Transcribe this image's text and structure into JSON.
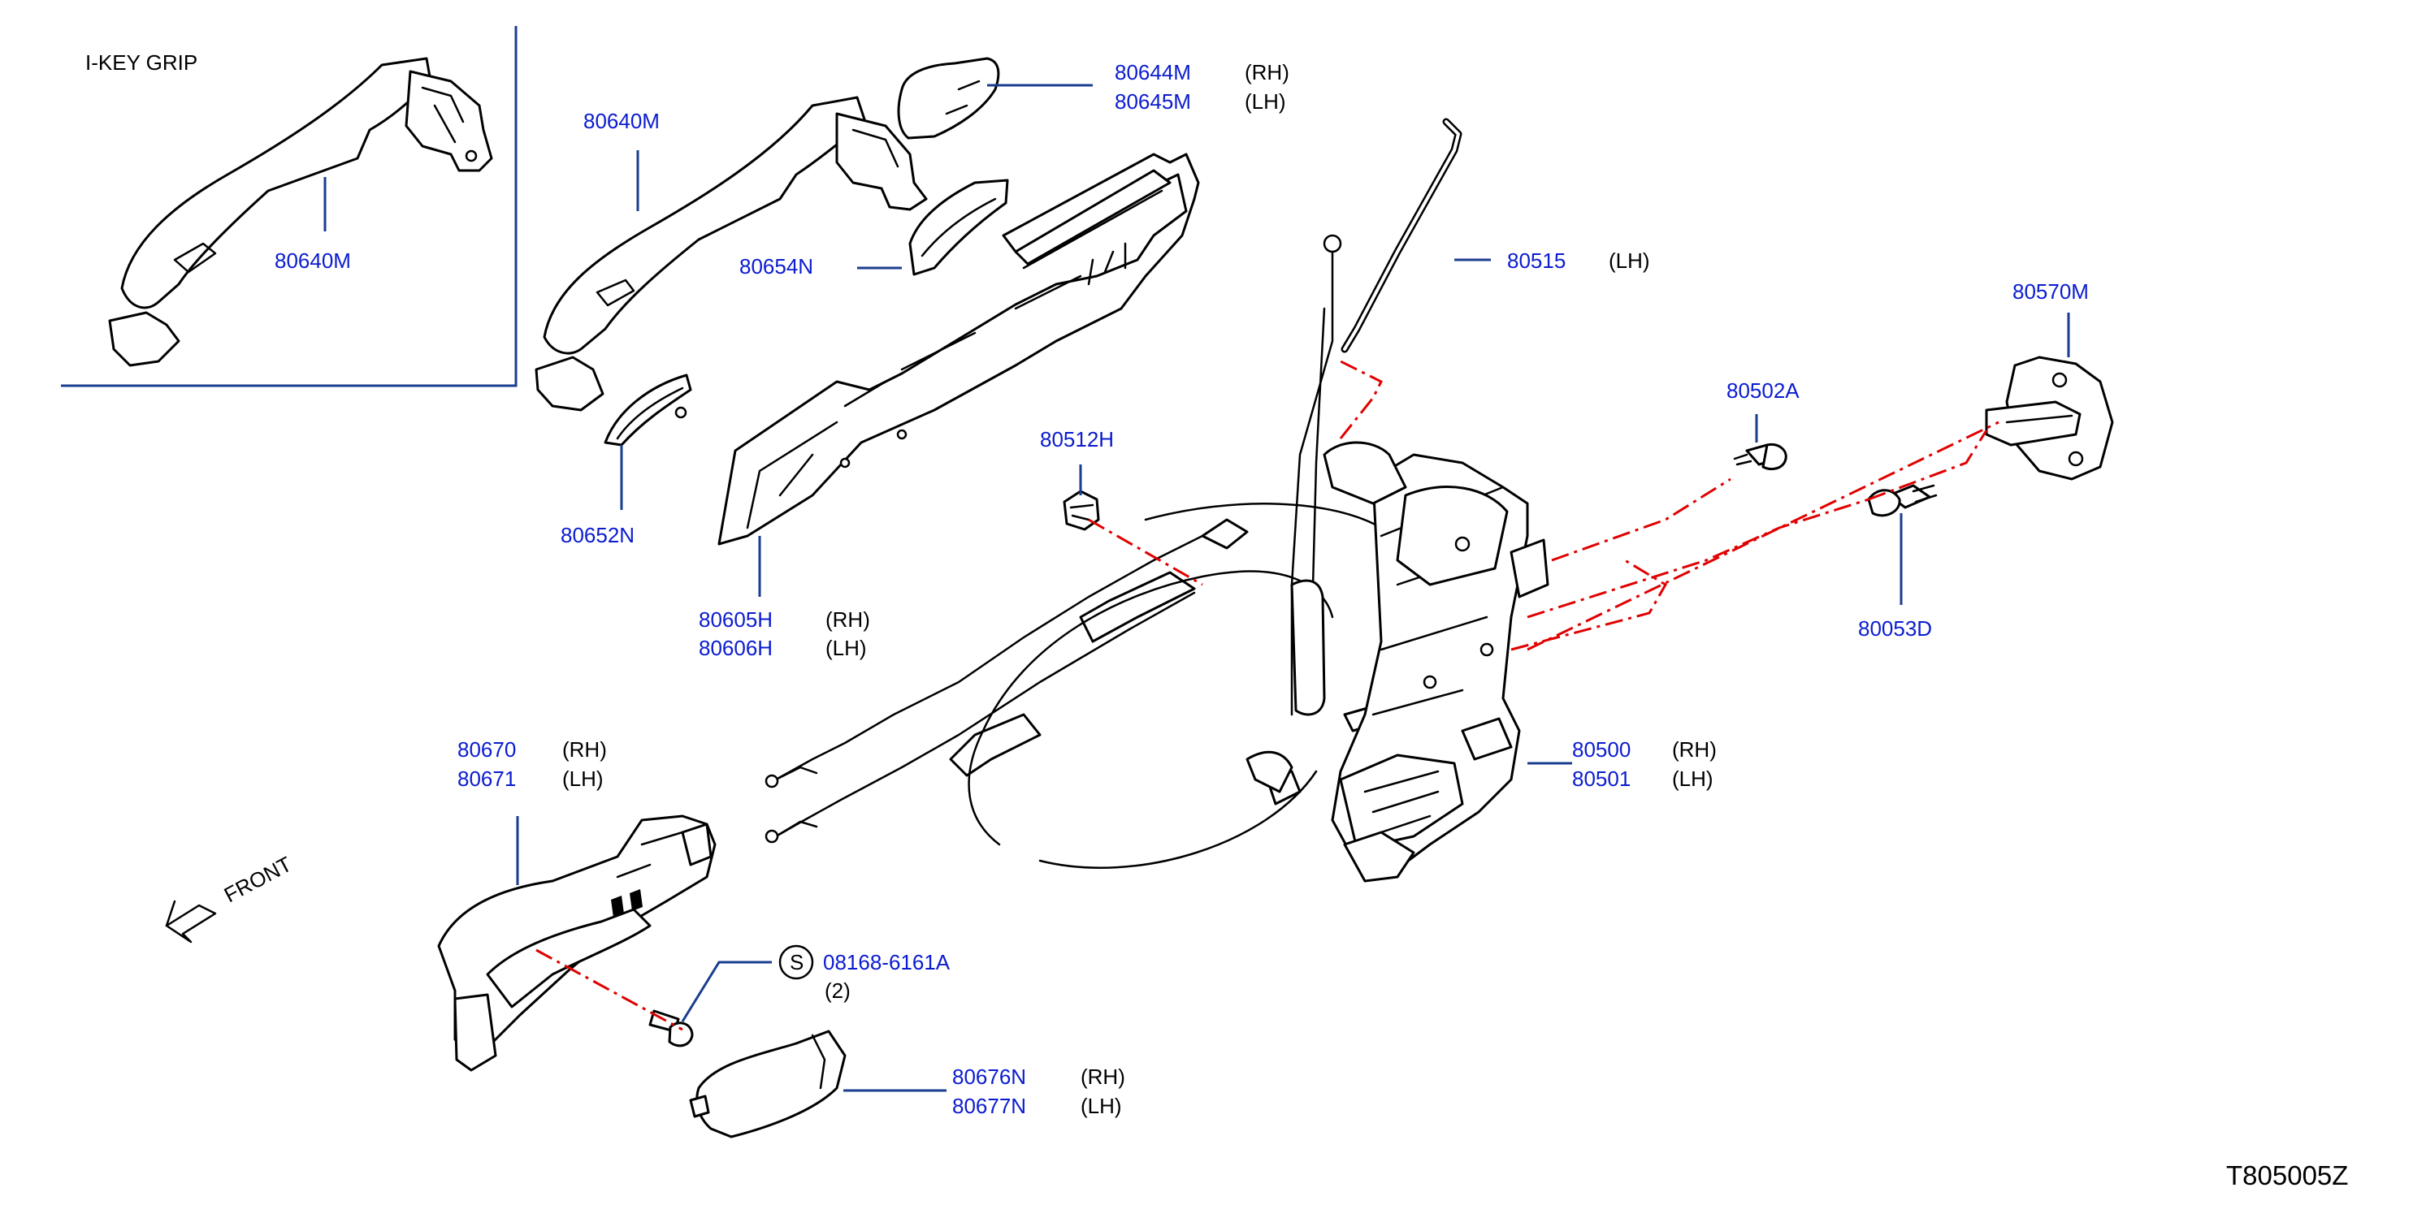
{
  "diagram": {
    "panel_label": "I-KEY   GRIP",
    "drawing_ref": "T805005Z",
    "front_label": "FRONT",
    "std_part_symbol": "S",
    "callouts": [
      {
        "id": "80640M_grip",
        "part_number": "80640M",
        "side": ""
      },
      {
        "id": "80640M",
        "part_number": "80640M",
        "side": ""
      },
      {
        "id": "80644M",
        "part_number": "80644M",
        "side": "(RH)"
      },
      {
        "id": "80645M",
        "part_number": "80645M",
        "side": "(LH)"
      },
      {
        "id": "80654N",
        "part_number": "80654N",
        "side": ""
      },
      {
        "id": "80652N",
        "part_number": "80652N",
        "side": ""
      },
      {
        "id": "80605H",
        "part_number": "80605H",
        "side": "(RH)"
      },
      {
        "id": "80606H",
        "part_number": "80606H",
        "side": "(LH)"
      },
      {
        "id": "80515",
        "part_number": "80515",
        "side": "(LH)"
      },
      {
        "id": "80512H",
        "part_number": "80512H",
        "side": ""
      },
      {
        "id": "80570M",
        "part_number": "80570M",
        "side": ""
      },
      {
        "id": "80502A",
        "part_number": "80502A",
        "side": ""
      },
      {
        "id": "80053D",
        "part_number": "80053D",
        "side": ""
      },
      {
        "id": "80500",
        "part_number": "80500",
        "side": "(RH)"
      },
      {
        "id": "80501",
        "part_number": "80501",
        "side": "(LH)"
      },
      {
        "id": "80670",
        "part_number": "80670",
        "side": "(RH)"
      },
      {
        "id": "80671",
        "part_number": "80671",
        "side": "(LH)"
      },
      {
        "id": "08168-6161A",
        "part_number": "08168-6161A",
        "side": ""
      },
      {
        "id": "qty",
        "part_number": "(2)",
        "side": ""
      },
      {
        "id": "80676N",
        "part_number": "80676N",
        "side": "(RH)"
      },
      {
        "id": "80677N",
        "part_number": "80677N",
        "side": "(LH)"
      }
    ],
    "colors": {
      "part_number": "#0b1ccf",
      "leader_line": "#1a3d8f",
      "centerline": "#e00000",
      "outline": "#000000"
    }
  }
}
